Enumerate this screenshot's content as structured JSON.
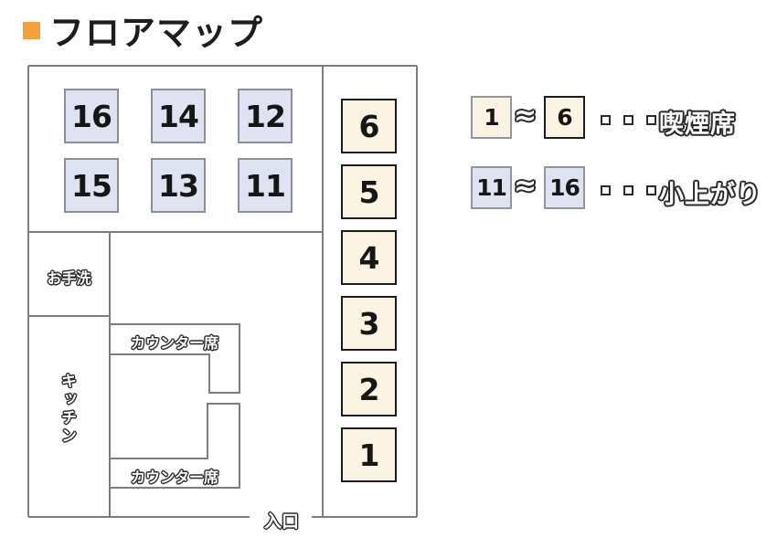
{
  "title": "フロアマップ",
  "floor": {
    "koagari_tables": [
      "16",
      "14",
      "12",
      "15",
      "13",
      "11"
    ],
    "smoking_tables": [
      "6",
      "5",
      "4",
      "3",
      "2",
      "1"
    ],
    "restroom_label": "お手洗",
    "kitchen_label": "キッチン",
    "counter_top_label": "カウンター席",
    "counter_bottom_label": "カウンター席",
    "entrance_label": "入口"
  },
  "legend": {
    "smoking": {
      "from": "1",
      "approx": "≈",
      "to": "6",
      "label": "喫煙席"
    },
    "koagari": {
      "from": "11",
      "approx": "≈",
      "to": "16",
      "label": "小上がり"
    }
  },
  "colors": {
    "accent_orange": "#F5A03C",
    "smoking_seat_fill": "#FAF3E1",
    "koagari_seat_fill": "#DFE2F1",
    "seat_border_dark": "#1C1C1C",
    "seat_border_gray": "#8A8F99",
    "wall_gray": "#7D7D7D"
  }
}
